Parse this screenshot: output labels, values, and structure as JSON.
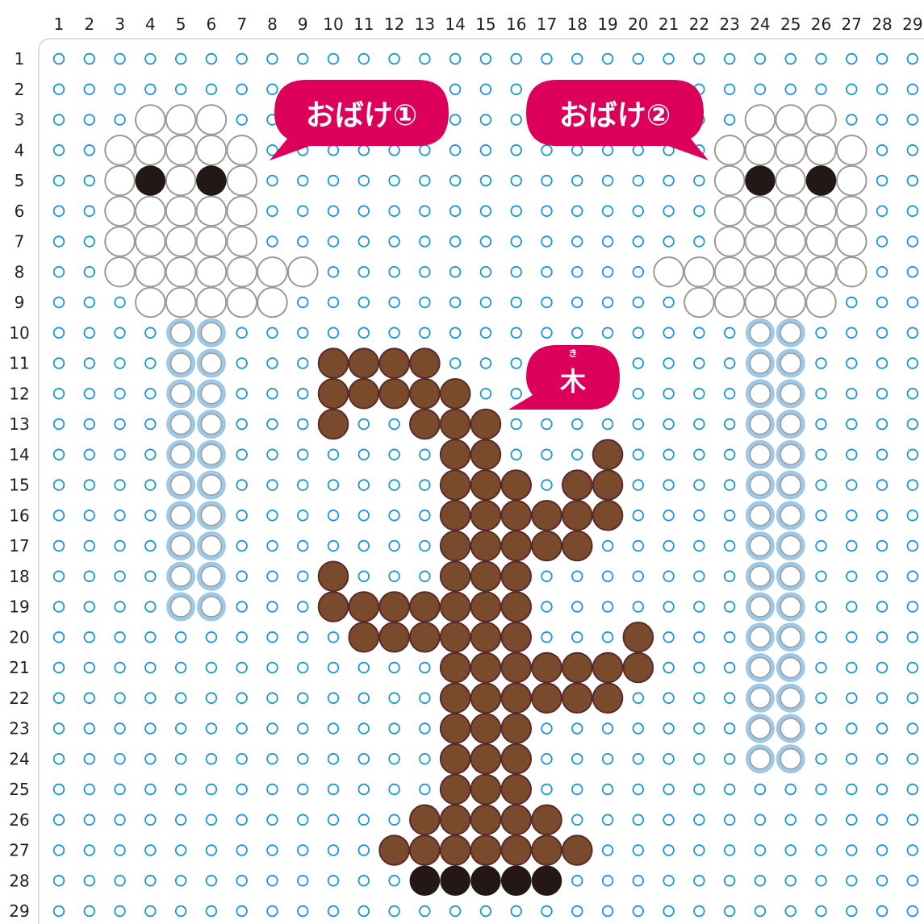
{
  "columns": [
    "1",
    "2",
    "3",
    "4",
    "5",
    "6",
    "7",
    "8",
    "9",
    "10",
    "11",
    "12",
    "13",
    "14",
    "15",
    "16",
    "17",
    "18",
    "19",
    "20",
    "21",
    "22",
    "23",
    "24",
    "25",
    "26",
    "27",
    "28",
    "29"
  ],
  "rows": [
    "1",
    "2",
    "3",
    "4",
    "5",
    "6",
    "7",
    "8",
    "9",
    "10",
    "11",
    "12",
    "13",
    "14",
    "15",
    "16",
    "17",
    "18",
    "19",
    "20",
    "21",
    "22",
    "23",
    "24",
    "25",
    "26",
    "27",
    "28",
    "29"
  ],
  "labels": {
    "ghost1": "おばけ①",
    "ghost2": "おばけ②",
    "tree": "木",
    "tree_ruby": "き"
  },
  "colors": {
    "peg": "#1a96d6",
    "white_bead": "#ffffff",
    "white_outline": "#9a9a9a",
    "black_bead": "#231815",
    "brown_bead": "#7a4a2c",
    "brown_outline": "#5a2a2a",
    "clear_bead_outline": "#9dc8e6",
    "bubble": "#dc005a",
    "board_border": "#dddddd"
  },
  "beads": {
    "white": [
      [
        3,
        4
      ],
      [
        3,
        5
      ],
      [
        3,
        6
      ],
      [
        4,
        3
      ],
      [
        4,
        4
      ],
      [
        4,
        5
      ],
      [
        4,
        6
      ],
      [
        4,
        7
      ],
      [
        5,
        3
      ],
      [
        5,
        5
      ],
      [
        5,
        7
      ],
      [
        6,
        3
      ],
      [
        6,
        4
      ],
      [
        6,
        5
      ],
      [
        6,
        6
      ],
      [
        6,
        7
      ],
      [
        7,
        3
      ],
      [
        7,
        4
      ],
      [
        7,
        5
      ],
      [
        7,
        6
      ],
      [
        7,
        7
      ],
      [
        8,
        3
      ],
      [
        8,
        4
      ],
      [
        8,
        5
      ],
      [
        8,
        6
      ],
      [
        8,
        7
      ],
      [
        8,
        8
      ],
      [
        8,
        9
      ],
      [
        9,
        4
      ],
      [
        9,
        5
      ],
      [
        9,
        6
      ],
      [
        9,
        7
      ],
      [
        9,
        8
      ],
      [
        3,
        24
      ],
      [
        3,
        25
      ],
      [
        3,
        26
      ],
      [
        4,
        23
      ],
      [
        4,
        24
      ],
      [
        4,
        25
      ],
      [
        4,
        26
      ],
      [
        4,
        27
      ],
      [
        5,
        23
      ],
      [
        5,
        25
      ],
      [
        5,
        27
      ],
      [
        6,
        23
      ],
      [
        6,
        24
      ],
      [
        6,
        25
      ],
      [
        6,
        26
      ],
      [
        6,
        27
      ],
      [
        7,
        23
      ],
      [
        7,
        24
      ],
      [
        7,
        25
      ],
      [
        7,
        26
      ],
      [
        7,
        27
      ],
      [
        8,
        21
      ],
      [
        8,
        22
      ],
      [
        8,
        23
      ],
      [
        8,
        24
      ],
      [
        8,
        25
      ],
      [
        8,
        26
      ],
      [
        8,
        27
      ],
      [
        9,
        22
      ],
      [
        9,
        23
      ],
      [
        9,
        24
      ],
      [
        9,
        25
      ],
      [
        9,
        26
      ]
    ],
    "black": [
      [
        5,
        4
      ],
      [
        5,
        6
      ],
      [
        5,
        24
      ],
      [
        5,
        26
      ],
      [
        28,
        13
      ],
      [
        28,
        14
      ],
      [
        28,
        15
      ],
      [
        28,
        16
      ],
      [
        28,
        17
      ]
    ],
    "brown": [
      [
        11,
        10
      ],
      [
        11,
        11
      ],
      [
        11,
        12
      ],
      [
        11,
        13
      ],
      [
        12,
        10
      ],
      [
        12,
        11
      ],
      [
        12,
        12
      ],
      [
        12,
        13
      ],
      [
        12,
        14
      ],
      [
        13,
        10
      ],
      [
        13,
        13
      ],
      [
        13,
        14
      ],
      [
        13,
        15
      ],
      [
        14,
        14
      ],
      [
        14,
        15
      ],
      [
        14,
        19
      ],
      [
        15,
        14
      ],
      [
        15,
        15
      ],
      [
        15,
        16
      ],
      [
        15,
        18
      ],
      [
        15,
        19
      ],
      [
        16,
        14
      ],
      [
        16,
        15
      ],
      [
        16,
        16
      ],
      [
        16,
        17
      ],
      [
        16,
        18
      ],
      [
        16,
        19
      ],
      [
        17,
        14
      ],
      [
        17,
        15
      ],
      [
        17,
        16
      ],
      [
        17,
        17
      ],
      [
        17,
        18
      ],
      [
        18,
        10
      ],
      [
        18,
        14
      ],
      [
        18,
        15
      ],
      [
        18,
        16
      ],
      [
        19,
        10
      ],
      [
        19,
        11
      ],
      [
        19,
        12
      ],
      [
        19,
        13
      ],
      [
        19,
        14
      ],
      [
        19,
        15
      ],
      [
        19,
        16
      ],
      [
        20,
        11
      ],
      [
        20,
        12
      ],
      [
        20,
        13
      ],
      [
        20,
        14
      ],
      [
        20,
        15
      ],
      [
        20,
        16
      ],
      [
        20,
        20
      ],
      [
        21,
        14
      ],
      [
        21,
        15
      ],
      [
        21,
        16
      ],
      [
        21,
        17
      ],
      [
        21,
        18
      ],
      [
        21,
        19
      ],
      [
        21,
        20
      ],
      [
        22,
        14
      ],
      [
        22,
        15
      ],
      [
        22,
        16
      ],
      [
        22,
        17
      ],
      [
        22,
        18
      ],
      [
        22,
        19
      ],
      [
        23,
        14
      ],
      [
        23,
        15
      ],
      [
        23,
        16
      ],
      [
        24,
        14
      ],
      [
        24,
        15
      ],
      [
        24,
        16
      ],
      [
        25,
        14
      ],
      [
        25,
        15
      ],
      [
        25,
        16
      ],
      [
        26,
        13
      ],
      [
        26,
        14
      ],
      [
        26,
        15
      ],
      [
        26,
        16
      ],
      [
        26,
        17
      ],
      [
        27,
        12
      ],
      [
        27,
        13
      ],
      [
        27,
        14
      ],
      [
        27,
        15
      ],
      [
        27,
        16
      ],
      [
        27,
        17
      ],
      [
        27,
        18
      ]
    ],
    "clear": [
      [
        10,
        5
      ],
      [
        10,
        6
      ],
      [
        11,
        5
      ],
      [
        11,
        6
      ],
      [
        12,
        5
      ],
      [
        12,
        6
      ],
      [
        13,
        5
      ],
      [
        13,
        6
      ],
      [
        14,
        5
      ],
      [
        14,
        6
      ],
      [
        15,
        5
      ],
      [
        15,
        6
      ],
      [
        16,
        5
      ],
      [
        16,
        6
      ],
      [
        17,
        5
      ],
      [
        17,
        6
      ],
      [
        18,
        5
      ],
      [
        18,
        6
      ],
      [
        19,
        5
      ],
      [
        19,
        6
      ],
      [
        10,
        24
      ],
      [
        10,
        25
      ],
      [
        11,
        24
      ],
      [
        11,
        25
      ],
      [
        12,
        24
      ],
      [
        12,
        25
      ],
      [
        13,
        24
      ],
      [
        13,
        25
      ],
      [
        14,
        24
      ],
      [
        14,
        25
      ],
      [
        15,
        24
      ],
      [
        15,
        25
      ],
      [
        16,
        24
      ],
      [
        16,
        25
      ],
      [
        17,
        24
      ],
      [
        17,
        25
      ],
      [
        18,
        24
      ],
      [
        18,
        25
      ],
      [
        19,
        24
      ],
      [
        19,
        25
      ],
      [
        20,
        24
      ],
      [
        20,
        25
      ],
      [
        21,
        24
      ],
      [
        21,
        25
      ],
      [
        22,
        24
      ],
      [
        22,
        25
      ],
      [
        23,
        24
      ],
      [
        23,
        25
      ],
      [
        24,
        24
      ],
      [
        24,
        25
      ]
    ]
  }
}
